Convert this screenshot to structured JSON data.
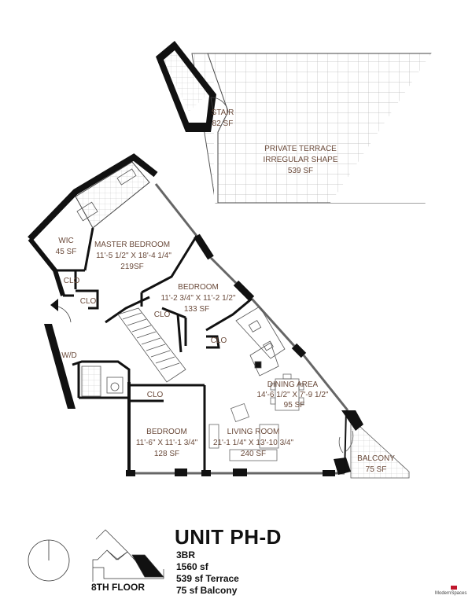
{
  "terrace": {
    "name": "PRIVATE TERRACE",
    "shape": "IRREGULAR SHAPE",
    "area": "539 SF"
  },
  "stair": {
    "name": "STAIR",
    "area": "82 SF"
  },
  "wic": {
    "name": "WIC",
    "area": "45 SF"
  },
  "master_bedroom": {
    "name": "MASTER BEDROOM",
    "dims": "11'-5 1/2\" X 18'-4 1/4\"",
    "area": "219SF"
  },
  "bedroom_2": {
    "name": "BEDROOM",
    "dims": "11'-2 3/4\" X 11'-2 1/2\"",
    "area": "133 SF"
  },
  "bedroom_3": {
    "name": "BEDROOM",
    "dims": "11'-6\" X 11'-1 3/4\"",
    "area": "128 SF"
  },
  "dining": {
    "name": "DINING AREA",
    "dims": "14'-6 1/2\" X 7'-9 1/2\"",
    "area": "95 SF"
  },
  "living": {
    "name": "LIVING ROOM",
    "dims": "21'-1 1/4\" X 13'-10 3/4\"",
    "area": "240 SF"
  },
  "balcony": {
    "name": "BALCONY",
    "area": "75 SF"
  },
  "labels": {
    "clo": "CLO",
    "wd": "W/D"
  },
  "unit": {
    "title": "UNIT PH-D",
    "bedrooms": "3BR",
    "size": "1560 sf",
    "terrace": "539 sf Terrace",
    "balcony": "75 sf Balcony",
    "floor": "8TH FLOOR"
  },
  "brand": "ModernSpaces",
  "colors": {
    "wall": "#111111",
    "label": "#6a4a3a",
    "grid": "#b8b8b8",
    "accent": "#c0162c"
  }
}
